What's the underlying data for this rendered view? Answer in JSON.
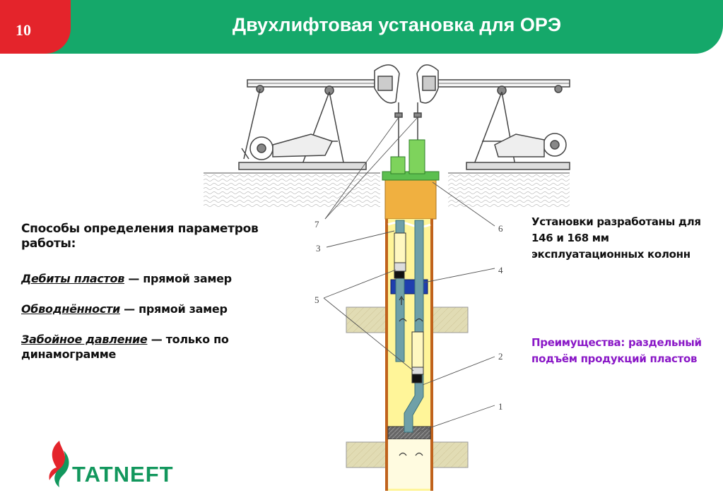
{
  "header": {
    "slide_number": "10",
    "title": "Двухлифтовая установка для ОРЭ"
  },
  "left": {
    "heading": "Способы определения параметров работы:",
    "items": [
      {
        "term": "Дебиты пластов",
        "value": " — прямой замер"
      },
      {
        "term": "Обводнённости",
        "value": " — прямой замер"
      },
      {
        "term": "Забойное давление",
        "value": " — только по динамограмме"
      }
    ]
  },
  "right": {
    "note": "Установки разработаны для 146 и 168 мм эксплуатационных колонн",
    "advantages": "Преимущества: раздельный подъём продукций пластов"
  },
  "diagram": {
    "callouts": [
      "1",
      "2",
      "3",
      "4",
      "5",
      "6",
      "7"
    ]
  },
  "logo": {
    "text": "TATNEFT"
  },
  "colors": {
    "header_green": "#15a86a",
    "badge_red": "#e4242b",
    "advantage_purple": "#8a18c7",
    "casing_yellow": "#fff599",
    "wellhead_orange": "#f0b040",
    "tubing_teal": "#6fa0a8",
    "formation_khaki": "#e1dcb4"
  }
}
